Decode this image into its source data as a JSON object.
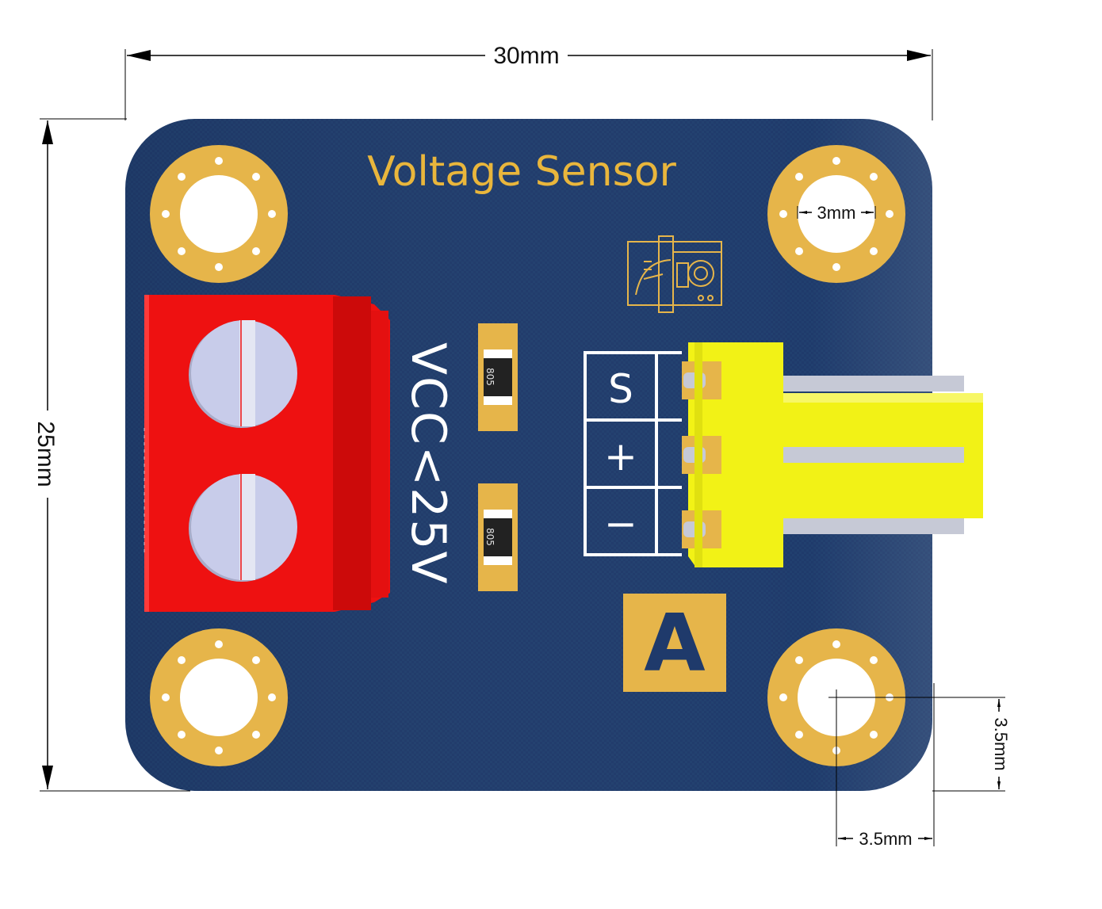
{
  "board": {
    "title": "Voltage Sensor",
    "input_label": "VCC<25V",
    "pins": [
      "S",
      "+",
      "−"
    ],
    "resistor_marking": "805",
    "logo_letter": "A",
    "logo_description": "multimeter icon"
  },
  "dimensions": {
    "width": "30mm",
    "height": "25mm",
    "hole_diameter": "3mm",
    "hole_offset_x": "3.5mm",
    "hole_offset_y": "3.5mm"
  },
  "colors": {
    "pcb": "#1f3a6b",
    "gold": "#e6b54a",
    "silk_text": "#e9b63c",
    "terminal_red": "#ee1111",
    "screw": "#c8ccea",
    "connector_yellow": "#f2f216",
    "pin_metal": "#c6c9d6"
  }
}
